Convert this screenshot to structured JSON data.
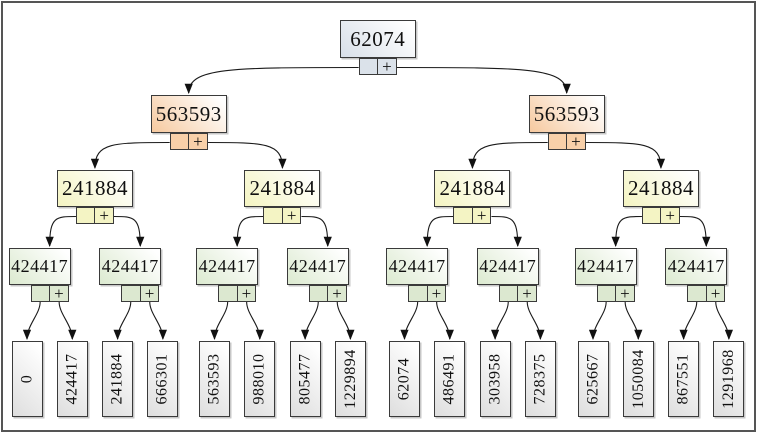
{
  "tree": {
    "operator_label": "+",
    "edge_color": "#1a1a1a",
    "box_border_color": "#3a3a3a",
    "frame_border_color": "#555555",
    "levels": [
      {
        "name": "root",
        "fill": "#d8dfe8",
        "conn_fill": "#dbe2ea",
        "values": [
          "62074"
        ]
      },
      {
        "name": "level-1",
        "fill": "#f6c99f",
        "conn_fill": "#f8d0a9",
        "values": [
          "563593",
          "563593"
        ]
      },
      {
        "name": "level-2",
        "fill": "#f4f4c2",
        "conn_fill": "#f4f4c4",
        "values": [
          "241884",
          "241884",
          "241884",
          "241884"
        ]
      },
      {
        "name": "level-3",
        "fill": "#dcead0",
        "conn_fill": "#dce8d0",
        "values": [
          "424417",
          "424417",
          "424417",
          "424417",
          "424417",
          "424417",
          "424417",
          "424417"
        ]
      }
    ],
    "leaves": {
      "fill": "#dedede",
      "values": [
        "0",
        "424417",
        "241884",
        "666301",
        "563593",
        "988010",
        "805477",
        "1229894",
        "62074",
        "486491",
        "303958",
        "728375",
        "625667",
        "1050084",
        "867551",
        "1291968"
      ]
    }
  },
  "chart_data": {
    "type": "table",
    "title": "",
    "description_visible_values": {
      "root": 62074,
      "level1": [
        563593,
        563593
      ],
      "level2": [
        241884,
        241884,
        241884,
        241884
      ],
      "level3": [
        424417,
        424417,
        424417,
        424417,
        424417,
        424417,
        424417,
        424417
      ],
      "leaves": [
        0,
        424417,
        241884,
        666301,
        563593,
        988010,
        805477,
        1229894,
        62074,
        486491,
        303958,
        728375,
        625667,
        1050084,
        867551,
        1291968
      ],
      "operator": "+"
    }
  }
}
